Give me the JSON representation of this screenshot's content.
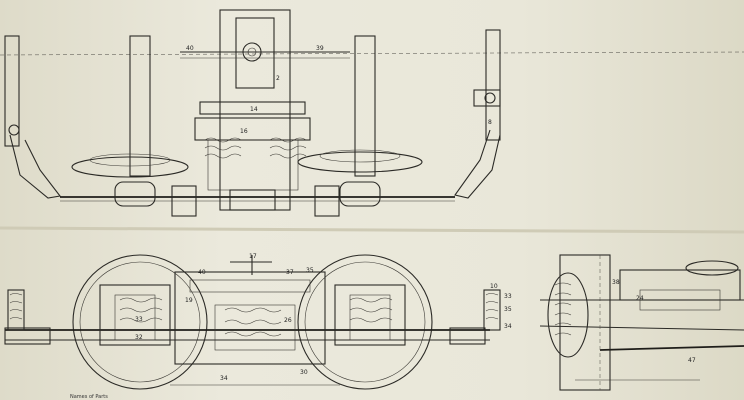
{
  "labels": {
    "top_40": "40",
    "top_39": "39",
    "top_14": "14",
    "top_16": "16",
    "top_2": "2",
    "top_8": "8",
    "mid_17": "17",
    "mid_40": "40",
    "mid_37": "37",
    "mid_35": "35",
    "mid_33": "33",
    "mid_32": "32",
    "mid_34": "34",
    "mid_30": "30",
    "mid_19": "19",
    "mid_26": "26",
    "right_10": "10",
    "right_33": "33",
    "right_35": "35",
    "right_34": "34",
    "side_38": "38",
    "side_47": "47",
    "side_24": "24"
  },
  "caption": "Names of Parts"
}
